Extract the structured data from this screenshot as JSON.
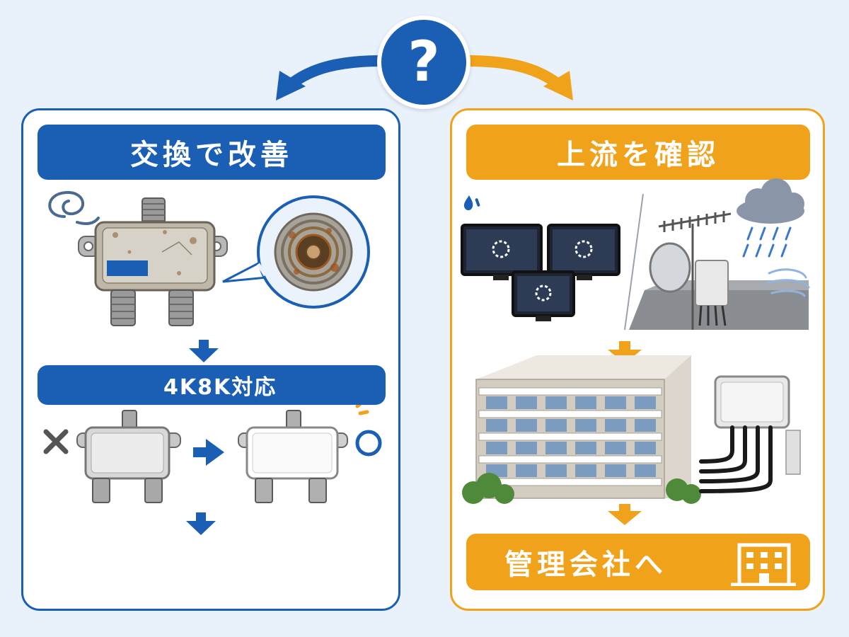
{
  "question_mark": "?",
  "left_panel": {
    "title": "交換で改善",
    "sub_banner": "4K8K対応"
  },
  "right_panel": {
    "title": "上流を確認",
    "bottom_banner": "管理会社へ"
  },
  "colors": {
    "blue": "#1a5fb4",
    "orange": "#f0a21a",
    "background": "#e9f1fa"
  },
  "icons": [
    "question-mark-icon",
    "dizzy-swirl-icon",
    "magnifier-bubble-icon",
    "cross-mark-icon",
    "circle-mark-icon",
    "sparkle-icon",
    "tv-loading-icon",
    "sweat-drop-icon",
    "antenna-icon",
    "rain-cloud-icon",
    "apartment-building-icon",
    "junction-box-icon",
    "office-building-icon"
  ]
}
